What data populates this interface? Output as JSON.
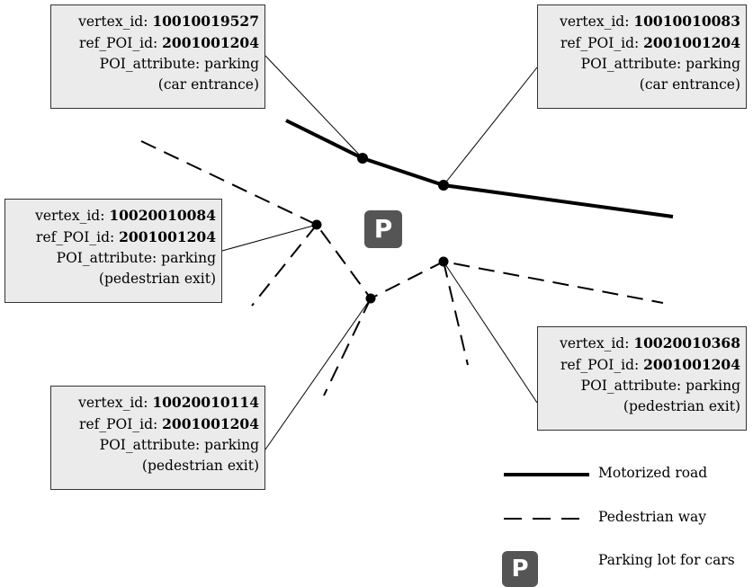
{
  "boxes": [
    {
      "vertex_label": "vertex_id: ",
      "vertex_id": "10010019527",
      "ref_label": "ref_POI_id: ",
      "ref_id": "2001001204",
      "attr": "POI_attribute: parking",
      "sub": "(car entrance)"
    },
    {
      "vertex_label": "vertex_id: ",
      "vertex_id": "10010010083",
      "ref_label": "ref_POI_id: ",
      "ref_id": "2001001204",
      "attr": "POI_attribute: parking",
      "sub": "(car entrance)"
    },
    {
      "vertex_label": "vertex_id: ",
      "vertex_id": "10020010084",
      "ref_label": "ref_POI_id: ",
      "ref_id": "2001001204",
      "attr": "POI_attribute: parking",
      "sub": "(pedestrian exit)"
    },
    {
      "vertex_label": "vertex_id: ",
      "vertex_id": "10020010368",
      "ref_label": "ref_POI_id: ",
      "ref_id": "2001001204",
      "attr": "POI_attribute: parking",
      "sub": "(pedestrian exit)"
    },
    {
      "vertex_label": "vertex_id: ",
      "vertex_id": "10020010114",
      "ref_label": "ref_POI_id: ",
      "ref_id": "2001001204",
      "attr": "POI_attribute: parking",
      "sub": "(pedestrian exit)"
    }
  ],
  "parking_symbol": "P",
  "legend": {
    "road": "Motorized road",
    "pedestrian": "Pedestrian way",
    "parking": "Parking lot for cars",
    "parking_symbol": "P"
  }
}
